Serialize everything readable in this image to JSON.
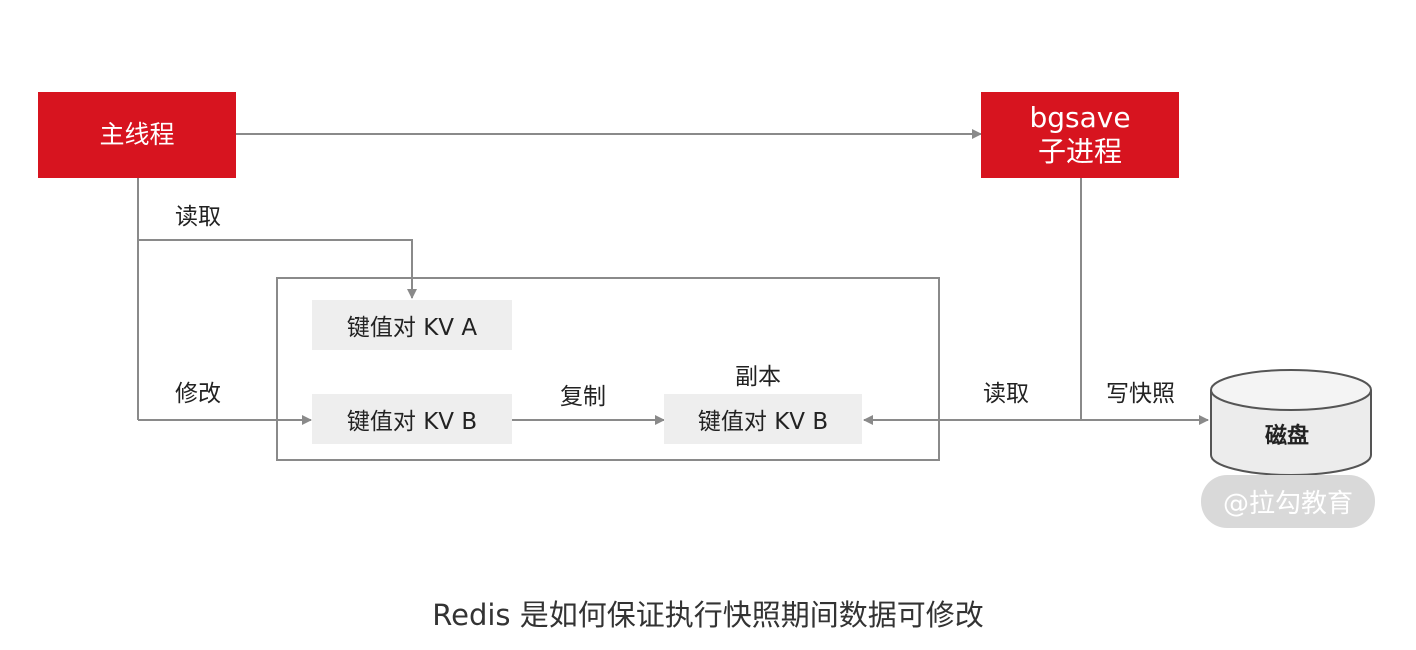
{
  "diagram": {
    "main_thread": "主线程",
    "bgsave_line1": "bgsave",
    "bgsave_line2": "子进程",
    "read_label_left": "读取",
    "modify_label": "修改",
    "kv_a": "键值对 KV A",
    "kv_b": "键值对 KV B",
    "copy_label": "复制",
    "replica_label": "副本",
    "kv_b_copy": "键值对 KV B",
    "read_label_right": "读取",
    "write_snapshot_label": "写快照",
    "disk_label": "磁盘"
  },
  "watermark": "@拉勾教育",
  "caption": "Redis 是如何保证执行快照期间数据可修改",
  "colors": {
    "accent_red": "#d7141f",
    "box_gray": "#eeeeee",
    "line_gray": "#8a8a8a"
  }
}
